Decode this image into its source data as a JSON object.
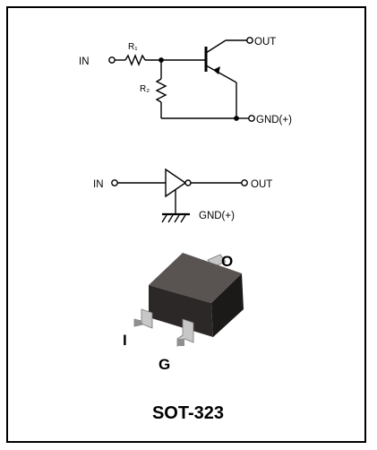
{
  "schematic": {
    "in_label": "IN",
    "out_label": "OUT",
    "gnd_label": "GND(+)",
    "r1_label": "R₁",
    "r2_label": "R₂"
  },
  "logic_symbol": {
    "in_label": "IN",
    "out_label": "OUT",
    "gnd_label": "GND(+)"
  },
  "package": {
    "pin_o": "O",
    "pin_i": "I",
    "pin_g": "G",
    "name": "SOT-323"
  },
  "colors": {
    "body_top": "#595451",
    "body_front": "#2b2827",
    "body_side": "#1c1a19",
    "lead": "#c7c7c7",
    "lead_shadow": "#8f8f8f",
    "line": "#000000"
  }
}
